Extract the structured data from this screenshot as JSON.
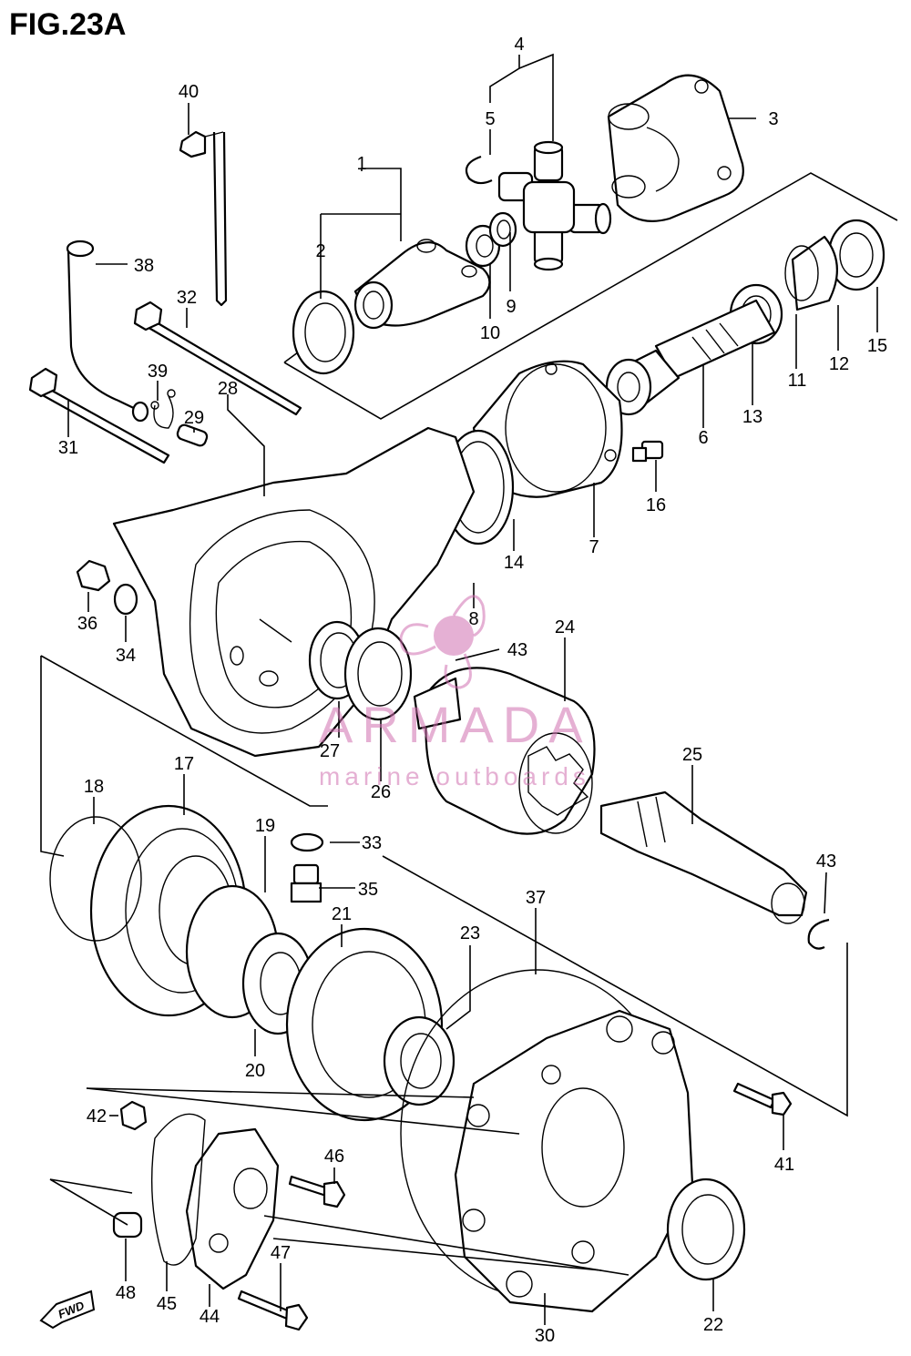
{
  "figure": {
    "title": "FIG.23A"
  },
  "callouts": [
    {
      "id": "1"
    },
    {
      "id": "2"
    },
    {
      "id": "3"
    },
    {
      "id": "4"
    },
    {
      "id": "5"
    },
    {
      "id": "6"
    },
    {
      "id": "7"
    },
    {
      "id": "8"
    },
    {
      "id": "9"
    },
    {
      "id": "10"
    },
    {
      "id": "11"
    },
    {
      "id": "12"
    },
    {
      "id": "13"
    },
    {
      "id": "14"
    },
    {
      "id": "15"
    },
    {
      "id": "16"
    },
    {
      "id": "17"
    },
    {
      "id": "18"
    },
    {
      "id": "19"
    },
    {
      "id": "20"
    },
    {
      "id": "21"
    },
    {
      "id": "22"
    },
    {
      "id": "23"
    },
    {
      "id": "24"
    },
    {
      "id": "25"
    },
    {
      "id": "26"
    },
    {
      "id": "27"
    },
    {
      "id": "28"
    },
    {
      "id": "29"
    },
    {
      "id": "30"
    },
    {
      "id": "31"
    },
    {
      "id": "32"
    },
    {
      "id": "33"
    },
    {
      "id": "34"
    },
    {
      "id": "35"
    },
    {
      "id": "36"
    },
    {
      "id": "37"
    },
    {
      "id": "38"
    },
    {
      "id": "39"
    },
    {
      "id": "40"
    },
    {
      "id": "41"
    },
    {
      "id": "42"
    },
    {
      "id": "43"
    },
    {
      "id": "43"
    },
    {
      "id": "44"
    },
    {
      "id": "45"
    },
    {
      "id": "46"
    },
    {
      "id": "47"
    },
    {
      "id": "48"
    }
  ],
  "direction_marker": {
    "label": "FWD"
  },
  "watermark": {
    "brand": "ARMADA",
    "tagline": "marine outboards",
    "color": "#d070b0"
  }
}
